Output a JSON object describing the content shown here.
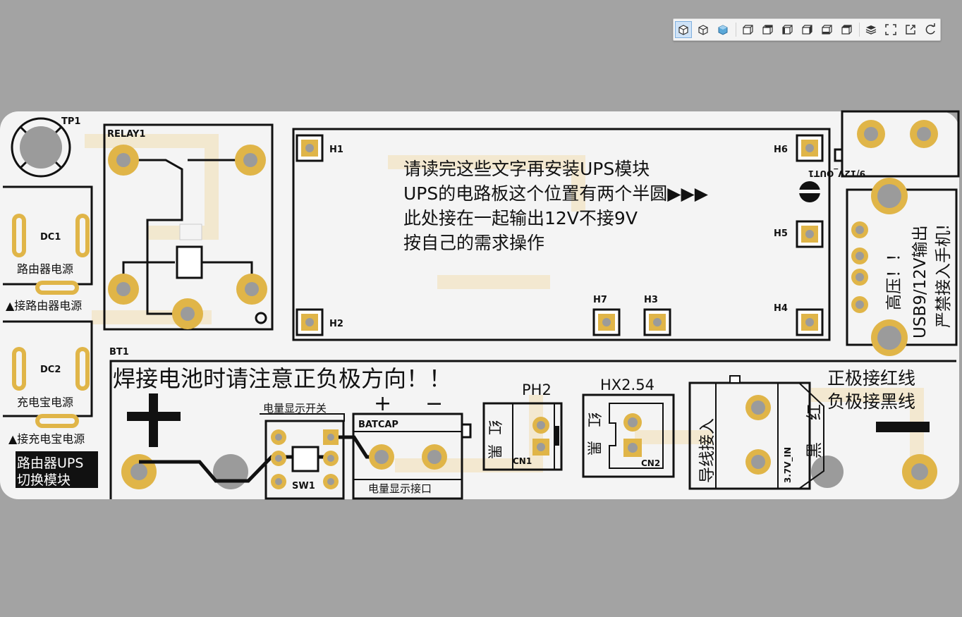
{
  "toolbar": {
    "buttons": [
      {
        "name": "view-3d-icon",
        "active": true
      },
      {
        "name": "view-top-wire-icon",
        "active": false
      },
      {
        "name": "view-solid-icon",
        "active": false
      },
      {
        "name": "view-front-icon",
        "active": false
      },
      {
        "name": "view-back-icon",
        "active": false
      },
      {
        "name": "view-left-icon",
        "active": false
      },
      {
        "name": "view-right-icon",
        "active": false
      },
      {
        "name": "view-top-icon",
        "active": false
      },
      {
        "name": "view-bottom-icon",
        "active": false
      },
      {
        "name": "layers-icon",
        "active": false
      },
      {
        "name": "fullscreen-icon",
        "active": false
      },
      {
        "name": "export-icon",
        "active": false
      },
      {
        "name": "reset-rotate-icon",
        "active": false
      }
    ]
  },
  "colors": {
    "background": "#a3a3a3",
    "board": "#f4f4f4",
    "silkscreen": "#111111",
    "pad": "#e0b548",
    "drill": "#9b9b9b"
  },
  "board": {
    "tp1": "TP1",
    "relay1": "RELAY1",
    "dc1": "DC1",
    "dc1_caption": "路由器电源",
    "dc1_note": "▲接路由器电源",
    "dc2": "DC2",
    "dc2_caption": "充电宝电源",
    "dc2_note": "▲接充电宝电源",
    "module_label_line1": "路由器UPS",
    "module_label_line2": "切换模块",
    "notice": [
      "请读完这些文字再安装UPS模块",
      "UPS的电路板这个位置有两个半圆▶▶▶",
      "此处接在一起输出12V不接9V",
      "按自己的需求操作"
    ],
    "h1": "H1",
    "h2": "H2",
    "h3": "H3",
    "h4": "H4",
    "h5": "H5",
    "h6": "H6",
    "h7": "H7",
    "out1": "9/12V_OUT1",
    "warn_high": "高压！！",
    "warn_usb": "USB9/12V输出",
    "warn_phone": "严禁接入手机!",
    "bt1": "BT1",
    "battery_warning": "焊接电池时请注意正负极方向！！",
    "sw_label": "电量显示开关",
    "sw1": "SW1",
    "batcap": "BATCAP",
    "batcap_caption": "电量显示接口",
    "plus": "+",
    "minus": "−",
    "ph2": "PH2",
    "hx": "HX2.54",
    "cn1": "CN1",
    "cn2": "CN2",
    "red": "红",
    "black": "黑",
    "wire_in": "导线接入",
    "in_37": "3.7V_IN",
    "pos_red": "正极接红线",
    "neg_black": "负极接黑线"
  }
}
